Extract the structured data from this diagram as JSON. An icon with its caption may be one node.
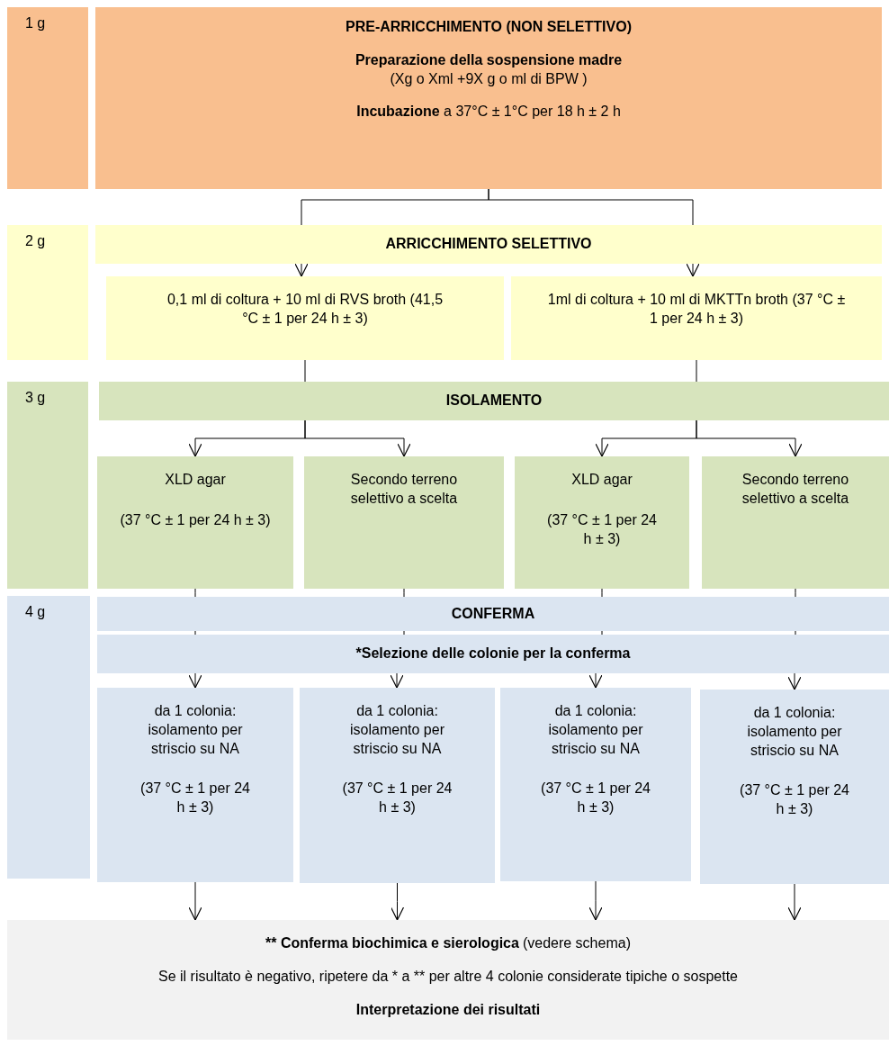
{
  "diagram": {
    "nodes": [
      {
        "text": [
          "1 g"
        ]
      },
      {
        "text": [
          "PRE-ARRICCHIMENTO (NON SELETTIVO)",
          "Preparazione della sospensione madre",
          "(Xg o Xml +9X g o ml di BPW )",
          "**Incubazione** a  37°C ± 1°C per 18 h ± 2 h"
        ]
      },
      {
        "text": [
          "2 g"
        ]
      },
      {
        "text": [
          "ARRICCHIMENTO SELETTIVO"
        ]
      },
      {
        "text": [
          "0,1 ml di coltura + 10 ml di RVS broth (41,5 °C ± 1 per 24 h ± 3)"
        ]
      },
      {
        "text": [
          "1ml di coltura + 10 ml di MKTTn broth (37 °C ± 1 per 24 h ± 3)"
        ]
      },
      {
        "text": [
          "3 g"
        ]
      },
      {
        "text": [
          "ISOLAMENTO"
        ]
      },
      {
        "text": [
          "XLD agar",
          "(37 °C ± 1 per 24 h ± 3)"
        ]
      },
      {
        "text": [
          "Secondo terreno selettivo a scelta"
        ]
      },
      {
        "text": [
          "XLD agar",
          "(37 °C ± 1 per 24 h ± 3)"
        ]
      },
      {
        "text": [
          "Secondo terreno selettivo a scelta"
        ]
      },
      {
        "text": [
          "4 g"
        ]
      },
      {
        "text": [
          "CONFERMA"
        ]
      },
      {
        "text": [
          "*Selezione delle colonie per la conferma"
        ]
      },
      {
        "text": [
          "da 1 colonia: isolamento per striscio su NA",
          "(37 °C ± 1 per 24 h ± 3)"
        ]
      },
      {
        "text": [
          "da 1 colonia: isolamento per striscio su NA",
          "(37 °C ± 1 per 24 h ± 3)"
        ]
      },
      {
        "text": [
          "da 1 colonia: isolamento per striscio su NA",
          "(37 °C ± 1 per 24 h ± 3)"
        ]
      },
      {
        "text": [
          "da 1 colonia: isolamento per striscio su NA",
          "(37 °C ± 1 per 24 h ± 3)"
        ]
      },
      {
        "text": [
          "** Conferma biochimica e sierologica",
          "(vedere schema)",
          "Se il risultato è negativo, ripetere da * a ** per altre 4 colonie  considerate tipiche o sospette",
          "Interpretazione dei risultati"
        ]
      }
    ],
    "edges": [
      {
        "from": 1,
        "to": 3,
        "arrow": "none"
      },
      {
        "from": 3,
        "to": 4,
        "arrow": "to"
      },
      {
        "from": 3,
        "to": 5,
        "arrow": "to"
      },
      {
        "from": 4,
        "to": 7,
        "arrow": "none"
      },
      {
        "from": 5,
        "to": 7,
        "arrow": "none"
      },
      {
        "from": 7,
        "to": 8,
        "arrow": "to"
      },
      {
        "from": 7,
        "to": 9,
        "arrow": "to"
      },
      {
        "from": 7,
        "to": 10,
        "arrow": "to"
      },
      {
        "from": 7,
        "to": 11,
        "arrow": "to"
      },
      {
        "from": 8,
        "to": 13,
        "arrow": "none"
      },
      {
        "from": 9,
        "to": 13,
        "arrow": "none"
      },
      {
        "from": 10,
        "to": 13,
        "arrow": "none"
      },
      {
        "from": 11,
        "to": 13,
        "arrow": "none"
      },
      {
        "from": 13,
        "to": 14,
        "arrow": "none"
      },
      {
        "from": 14,
        "to": 15,
        "arrow": "to"
      },
      {
        "from": 14,
        "to": 16,
        "arrow": "to"
      },
      {
        "from": 14,
        "to": 17,
        "arrow": "to"
      },
      {
        "from": 14,
        "to": 18,
        "arrow": "to"
      },
      {
        "from": 15,
        "to": 19,
        "arrow": "to"
      },
      {
        "from": 16,
        "to": 19,
        "arrow": "to"
      },
      {
        "from": 17,
        "to": 19,
        "arrow": "to"
      },
      {
        "from": 18,
        "to": 19,
        "arrow": "to"
      }
    ]
  }
}
